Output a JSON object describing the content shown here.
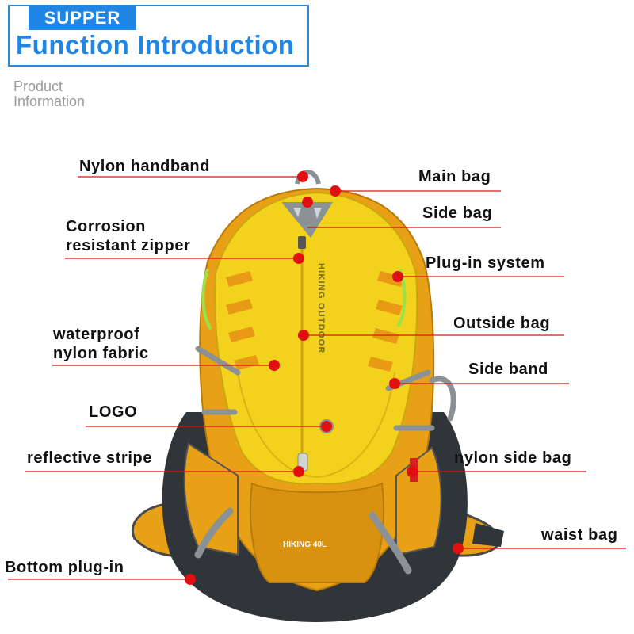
{
  "header": {
    "tag": "SUPPER",
    "title": "Function Introduction"
  },
  "subtitle": {
    "line1": "Product",
    "line2": "Information"
  },
  "bag_text": {
    "vertical": "HIKING OUTDOOR",
    "bottom": "HIKING 40L"
  },
  "labels": {
    "nylon_handband": "Nylon handband",
    "main_bag": "Main bag",
    "side_bag": "Side bag",
    "corrosion_zipper_1": "Corrosion",
    "corrosion_zipper_2": "resistant zipper",
    "plug_in_system": "Plug-in system",
    "outside_bag": "Outside bag",
    "waterproof_1": "waterproof",
    "waterproof_2": "nylon fabric",
    "side_band": "Side band",
    "logo": "LOGO",
    "reflective_stripe": "reflective stripe",
    "nylon_side_bag": "nylon side bag",
    "waist_bag": "waist bag",
    "bottom_plug_in": "Bottom plug-in"
  },
  "colors": {
    "brand_blue": "#1f86e6",
    "marker_red": "#e01010",
    "bag_yellow": "#f2d21c",
    "bag_orange": "#e8a117",
    "bag_dark": "#2f3538",
    "strap_grey": "#8a9296"
  }
}
